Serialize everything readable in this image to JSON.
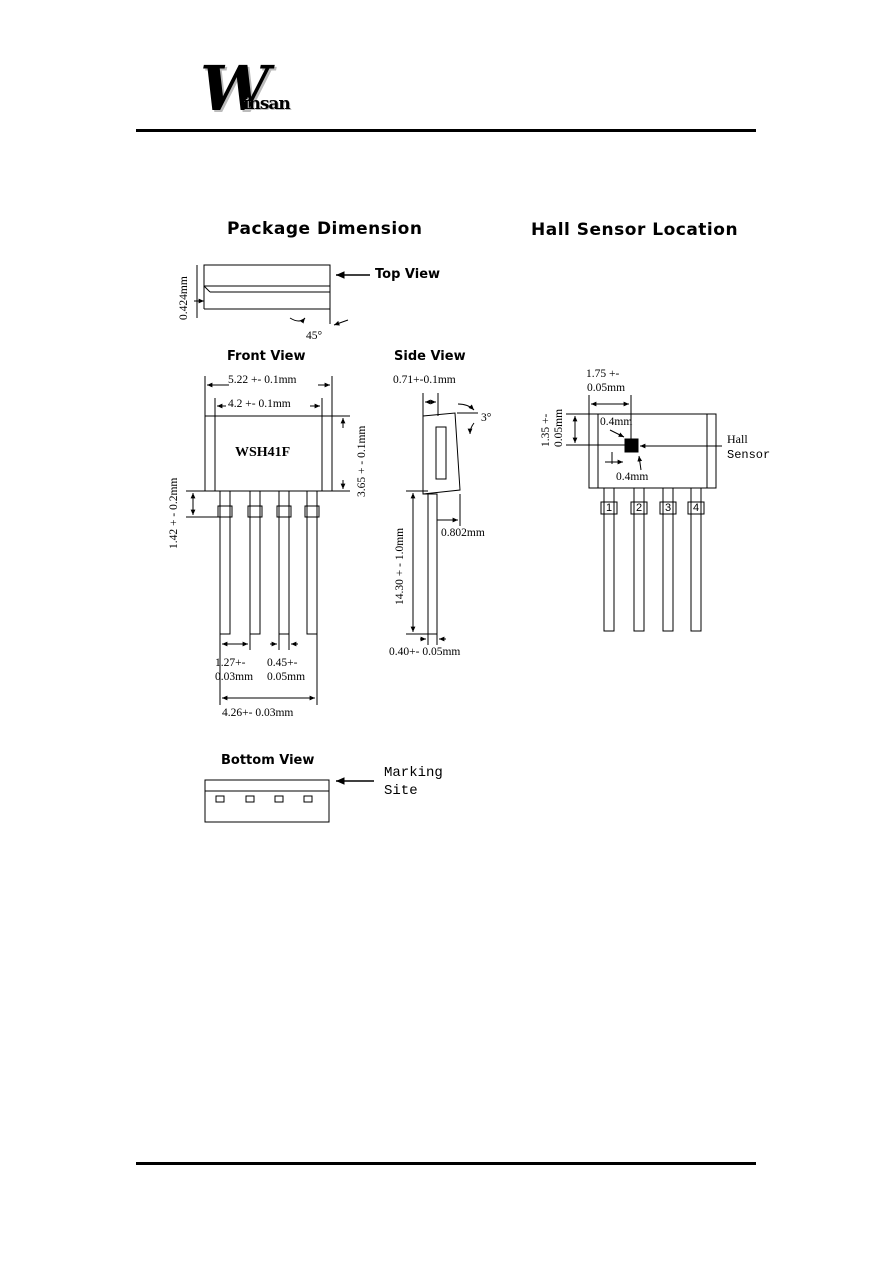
{
  "logo": {
    "big_letter": "W",
    "rest": "insan"
  },
  "headings": {
    "package_dimension": "Package Dimension",
    "hall_sensor_location": "Hall Sensor Location"
  },
  "top_view": {
    "label": "Top View",
    "thickness": "0.424mm",
    "angle": "45°"
  },
  "front_view": {
    "label": "Front View",
    "overall_width": "5.22 +- 0.1mm",
    "inner_width": "4.2 +- 0.1mm",
    "part_marking": "WSH41F",
    "body_height": "3.65 + - 0.1mm",
    "standoff": "1.42 + - 0.2mm",
    "pitch_line1": "1.27+-",
    "pitch_line2": "0.03mm",
    "lead_width_line1": "0.45+-",
    "lead_width_line2": "0.05mm",
    "span": "4.26+- 0.03mm"
  },
  "side_view": {
    "label": "Side View",
    "thickness": "0.71+-0.1mm",
    "angle": "3°",
    "lead_offset": "0.802mm",
    "lead_length": "14.30 + - 1.0mm",
    "lead_thickness": "0.40+- 0.05mm"
  },
  "bottom_view": {
    "label": "Bottom View",
    "marking_line1": "Marking",
    "marking_line2": "Site"
  },
  "hall_sensor": {
    "x_offset_line1": "1.75 +-",
    "x_offset_line2": "0.05mm",
    "y_offset_line1": "1.35 +-",
    "y_offset_line2": "0.05mm",
    "sensor_size_top": "0.4mm",
    "sensor_size_bottom": "0.4mm",
    "callout_line1": "Hall",
    "callout_line2": "Sensor",
    "pins": [
      "1",
      "2",
      "3",
      "4"
    ]
  }
}
